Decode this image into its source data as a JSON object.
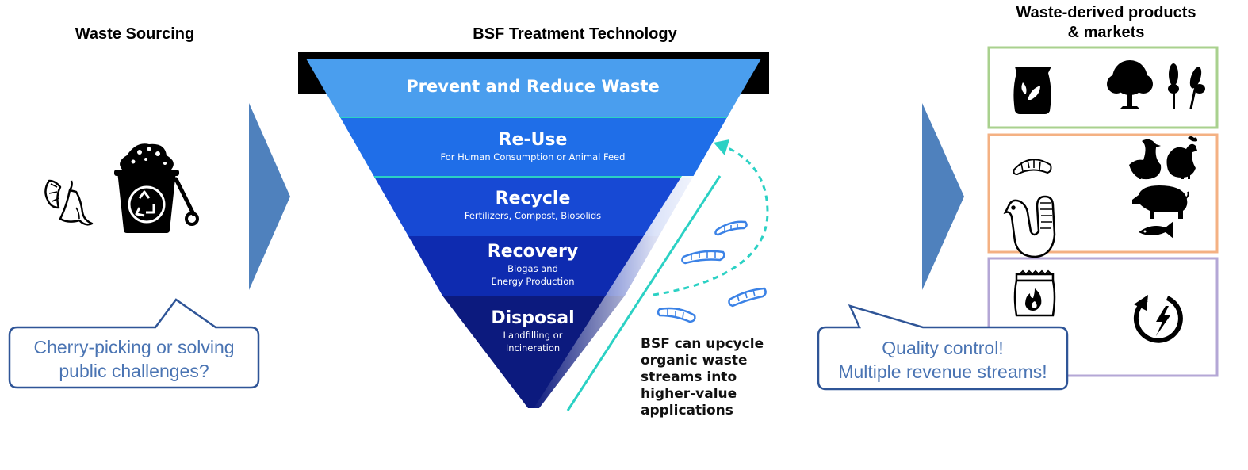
{
  "headings": {
    "waste_sourcing": "Waste Sourcing",
    "bsf_treatment": "BSF Treatment Technology",
    "products_line1": "Waste-derived products",
    "products_line2": "& markets"
  },
  "pyramid": {
    "levels": [
      {
        "title": "Prevent and Reduce Waste",
        "sub1": "",
        "sub2": "",
        "color": "#4a9eee"
      },
      {
        "title": "Re-Use",
        "sub1": "For Human Consumption or Animal Feed",
        "sub2": "",
        "color": "#1f6ee8"
      },
      {
        "title": "Recycle",
        "sub1": "Fertilizers, Compost, Biosolids",
        "sub2": "",
        "color": "#1749d4"
      },
      {
        "title": "Recovery",
        "sub1": "Biogas and",
        "sub2": "Energy Production",
        "color": "#0e2bb0"
      },
      {
        "title": "Disposal",
        "sub1": "Landfilling or",
        "sub2": "Incineration",
        "color": "#0c1a7e"
      }
    ]
  },
  "bsf_note": [
    "BSF can upcycle",
    "organic waste",
    "streams into",
    "higher-value",
    "applications"
  ],
  "callouts": {
    "left": [
      "Cherry-picking or solving",
      "public challenges?"
    ],
    "right": [
      "Quality control!",
      "Multiple revenue streams!"
    ]
  },
  "colors": {
    "arrow": "#4f81bd",
    "callout_border": "#2f5597",
    "callout_text": "#4a74b3",
    "box_green": "#a9d18e",
    "box_orange": "#f4b183",
    "box_purple": "#b4a7d6",
    "teal": "#2bd1c4",
    "larva": "#3b82e6"
  },
  "icons": {
    "sourcing": [
      "food-scraps-icon",
      "compost-bin-icon"
    ],
    "products_fertilizer": [
      "fertilizer-bag-icon",
      "tree-icon",
      "wheat-icon"
    ],
    "products_feed": [
      "larva-icon",
      "worm-icon",
      "duck-icon",
      "chicken-icon",
      "pig-icon",
      "fish-icon"
    ],
    "products_energy": [
      "fuel-briquette-bag-icon",
      "renewable-energy-icon"
    ]
  }
}
